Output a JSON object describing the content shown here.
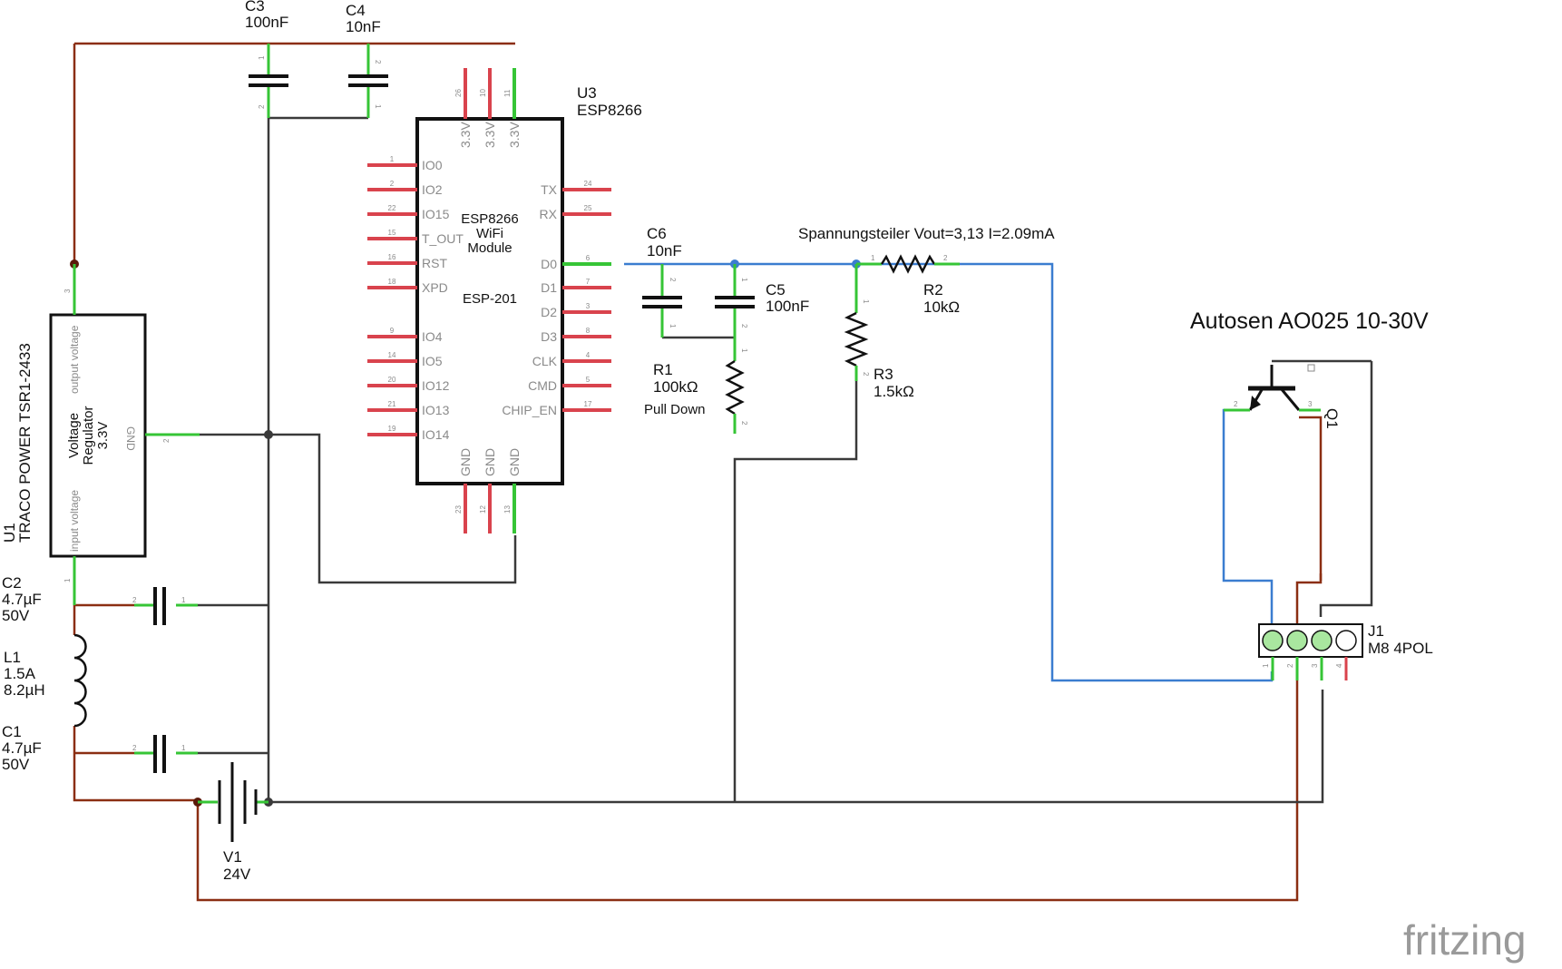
{
  "schematic": {
    "title": "Autosen AO025 10-30V",
    "annotation": "Spannungsteiler Vout=3,13 I=2.09mA",
    "watermark": "fritzing",
    "colors": {
      "wire_red": "#8b2e12",
      "wire_blue": "#3b7dd0",
      "wire_black": "#3a3a3a",
      "pin_green": "#36c536",
      "pin_red": "#d9434d",
      "node": "#5a1a0a"
    },
    "components": {
      "u1": {
        "ref": "U1",
        "name": "TRACO POWER TSR1-2433",
        "body_line1": "Voltage",
        "body_line2": "Regulator",
        "body_line3": "3.3V",
        "pin_output": "output voltage",
        "pin_input": "input voltage",
        "pin_gnd": "GND",
        "pin1": "1",
        "pin2": "2",
        "pin3": "3"
      },
      "u3": {
        "ref": "U3",
        "name": "ESP8266",
        "body_line1": "ESP8266",
        "body_line2": "WiFi",
        "body_line3": "Module",
        "model": "ESP-201",
        "left_pins": [
          {
            "name": "IO0",
            "num": "1"
          },
          {
            "name": "IO2",
            "num": "2"
          },
          {
            "name": "IO15",
            "num": "22"
          },
          {
            "name": "T_OUT",
            "num": "15"
          },
          {
            "name": "RST",
            "num": "16"
          },
          {
            "name": "XPD",
            "num": "18"
          },
          {
            "name": "IO4",
            "num": "9"
          },
          {
            "name": "IO5",
            "num": "14"
          },
          {
            "name": "IO12",
            "num": "20"
          },
          {
            "name": "IO13",
            "num": "21"
          },
          {
            "name": "IO14",
            "num": "19"
          }
        ],
        "right_pins": [
          {
            "name": "TX",
            "num": "24"
          },
          {
            "name": "RX",
            "num": "25"
          },
          {
            "name": "D0",
            "num": "6"
          },
          {
            "name": "D1",
            "num": "7"
          },
          {
            "name": "D2",
            "num": "3"
          },
          {
            "name": "D3",
            "num": "8"
          },
          {
            "name": "CLK",
            "num": "4"
          },
          {
            "name": "CMD",
            "num": "5"
          },
          {
            "name": "CHIP_EN",
            "num": "17"
          }
        ],
        "top_pins": [
          {
            "name": "3.3V",
            "num": "26"
          },
          {
            "name": "3.3V",
            "num": "10"
          },
          {
            "name": "3.3V",
            "num": "11"
          }
        ],
        "bottom_pins": [
          {
            "name": "GND",
            "num": "23"
          },
          {
            "name": "GND",
            "num": "12"
          },
          {
            "name": "GND",
            "num": "13"
          }
        ]
      },
      "c3": {
        "ref": "C3",
        "value": "100nF",
        "pin_a": "1",
        "pin_b": "2"
      },
      "c4": {
        "ref": "C4",
        "value": "10nF",
        "pin_a": "2",
        "pin_b": "1"
      },
      "c6": {
        "ref": "C6",
        "value": "10nF",
        "pin_a": "2",
        "pin_b": "1"
      },
      "c5": {
        "ref": "C5",
        "value": "100nF",
        "pin_a": "1",
        "pin_b": "2"
      },
      "r1": {
        "ref": "R1",
        "value": "100kΩ",
        "note": "Pull Down",
        "pin_a": "1",
        "pin_b": "2"
      },
      "r2": {
        "ref": "R2",
        "value": "10kΩ",
        "pin_a": "1",
        "pin_b": "2"
      },
      "r3": {
        "ref": "R3",
        "value": "1.5kΩ",
        "pin_a": "1",
        "pin_b": "2"
      },
      "c2": {
        "ref": "C2",
        "value": "4.7µF",
        "voltage": "50V",
        "pin_a": "2",
        "pin_b": "1"
      },
      "c1": {
        "ref": "C1",
        "value": "4.7µF",
        "voltage": "50V",
        "pin_a": "2",
        "pin_b": "1"
      },
      "l1": {
        "ref": "L1",
        "current": "1.5A",
        "value": "8.2µH"
      },
      "v1": {
        "ref": "V1",
        "value": "24V"
      },
      "q1": {
        "ref": "Q1",
        "pin_a": "2",
        "pin_b": "3"
      },
      "j1": {
        "ref": "J1",
        "value": "M8 4POL",
        "pins": [
          "1",
          "2",
          "3",
          "4"
        ]
      }
    }
  }
}
